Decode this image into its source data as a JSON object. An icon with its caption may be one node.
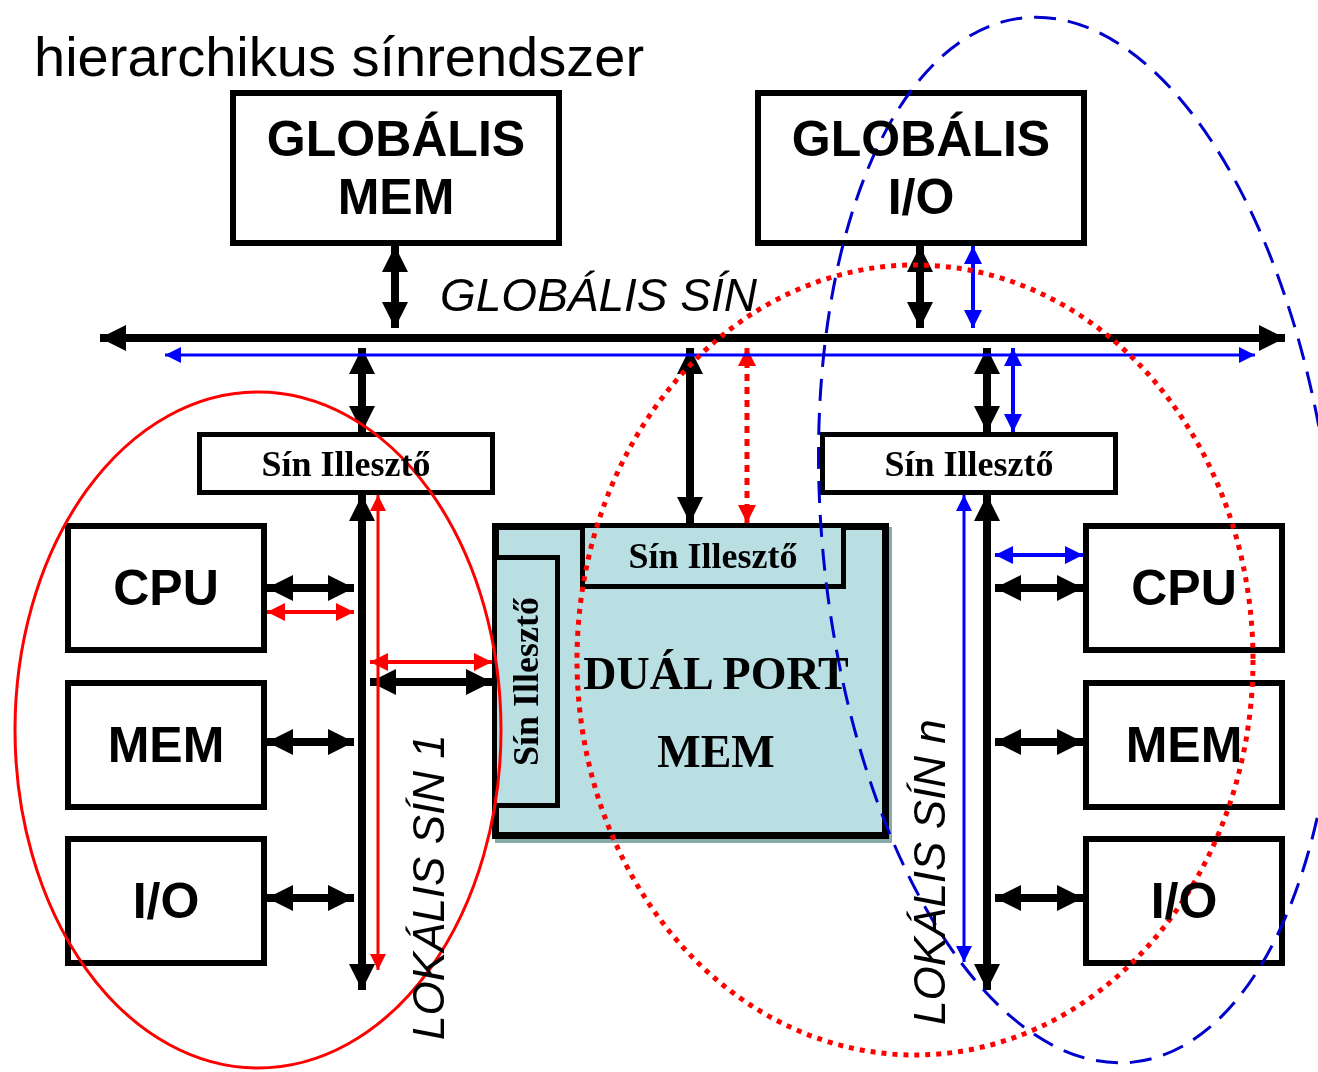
{
  "diagram": {
    "title": "hierarchikus sínrendszer",
    "nodes": [
      {
        "text": [
          "GLOBÁLIS MEM"
        ]
      },
      {
        "text": [
          "GLOBÁLIS I/O"
        ]
      },
      {
        "text": [],
        "shape": "bar",
        "beside": [
          "GLOBÁLIS SÍN"
        ]
      },
      {
        "text": [
          "Sín Illesztő"
        ]
      },
      {
        "text": [
          "Sín Illesztő"
        ]
      },
      {
        "text": [
          "DUÁL PORT MEM"
        ]
      },
      {
        "text": [
          "Sín Illesztő"
        ],
        "in": 5
      },
      {
        "text": [
          "Sín Illesztő"
        ],
        "in": 5
      },
      {
        "text": [],
        "shape": "bar",
        "beside": [
          "LOKÁLIS SÍN 1"
        ]
      },
      {
        "text": [],
        "shape": "bar",
        "beside": [
          "LOKÁLIS SÍN n"
        ]
      },
      {
        "text": [
          "CPU"
        ]
      },
      {
        "text": [
          "MEM"
        ]
      },
      {
        "text": [
          "I/O"
        ]
      },
      {
        "text": [
          "CPU"
        ]
      },
      {
        "text": [
          "MEM"
        ]
      },
      {
        "text": [
          "I/O"
        ]
      }
    ],
    "edges": [
      {
        "from": 0,
        "to": 2,
        "arrow": "both"
      },
      {
        "from": 1,
        "to": 2,
        "arrow": "both"
      },
      {
        "from": 1,
        "to": 2,
        "arrow": "both",
        "color": "#0000ff"
      },
      {
        "from": 2,
        "to": 3,
        "arrow": "both"
      },
      {
        "from": 2,
        "to": 6,
        "arrow": "both"
      },
      {
        "from": 2,
        "to": 6,
        "arrow": "both",
        "style": "dashed",
        "color": "#ff0000"
      },
      {
        "from": 2,
        "to": 4,
        "arrow": "both"
      },
      {
        "from": 2,
        "to": 4,
        "arrow": "both",
        "color": "#0000ff"
      },
      {
        "from": 8,
        "to": 3,
        "arrow": "to"
      },
      {
        "from": 9,
        "to": 4,
        "arrow": "to"
      },
      {
        "from": 10,
        "to": 8,
        "arrow": "both"
      },
      {
        "from": 10,
        "to": 8,
        "arrow": "both",
        "color": "#ff0000"
      },
      {
        "from": 11,
        "to": 8,
        "arrow": "both"
      },
      {
        "from": 12,
        "to": 8,
        "arrow": "both"
      },
      {
        "from": 8,
        "to": 7,
        "arrow": "both",
        "color": "#ff0000"
      },
      {
        "from": 8,
        "to": 7,
        "arrow": "both"
      },
      {
        "from": 9,
        "to": 13,
        "arrow": "both",
        "color": "#0000ff"
      },
      {
        "from": 9,
        "to": 13,
        "arrow": "both"
      },
      {
        "from": 9,
        "to": 14,
        "arrow": "both"
      },
      {
        "from": 9,
        "to": 15,
        "arrow": "both"
      },
      {
        "from": 2,
        "to": null,
        "arrow": "both",
        "color": "#0000ff"
      },
      {
        "from": 3,
        "to": 8,
        "arrow": "both",
        "color": "#ff0000"
      },
      {
        "from": 4,
        "to": 9,
        "arrow": "both",
        "color": "#0000ff"
      }
    ]
  }
}
